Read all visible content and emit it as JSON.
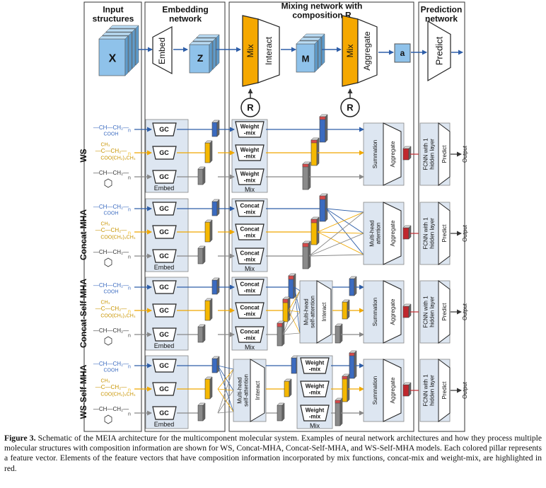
{
  "columns": {
    "input": "Input\nstructures",
    "embedding": "Embedding\nnetwork",
    "mixing": "Mixing network with\ncomposition R",
    "prediction": "Prediction\nnetwork"
  },
  "overview": {
    "x": "X",
    "embed": "Embed",
    "z": "Z",
    "mix": "Mix",
    "interact": "Interact",
    "m": "M",
    "aggregate": "Aggregate",
    "a": "a",
    "predict": "Predict",
    "r": "R"
  },
  "rows": [
    {
      "label": "WS",
      "mix_block": "Weight\n-mix",
      "pre": "",
      "post": "Summation"
    },
    {
      "label": "Concat-MHA",
      "mix_block": "Concat\n-mix",
      "pre": "",
      "post": "Multi-head\nattention"
    },
    {
      "label": "Concat-Self-MHA",
      "mix_block": "Concat\n-mix",
      "pre": "",
      "post": "Summation",
      "self_attention": "Multi-head\nself-attention"
    },
    {
      "label": "WS-Self-MHA",
      "mix_block": "Weight\n-mix",
      "pre": "Multi-head\nself-attention",
      "post": "Summation"
    }
  ],
  "block_labels": {
    "gc": "GC",
    "embed": "Embed",
    "mix": "Mix",
    "aggregate": "Aggregate",
    "interact": "Interact",
    "fcnn": "FCNN with 1\nhidden layer",
    "predict": "Predict",
    "output": "Output"
  },
  "molecules": {
    "m1_main": "—CH—CH₂—",
    "m1_sub": "COOH",
    "m2_top": "CH₃",
    "m2_main": "—C—CH₂—",
    "m2_sub": "COO(CH₂)₃CH₃",
    "m3_main": "—CH—CH₂—",
    "n": "n"
  },
  "colors": {
    "blue": "#3b6bc0",
    "yellow": "#f5b800",
    "gray": "#8a8a8a",
    "red": "#c0282e",
    "block": "#dde6f1",
    "gold": "#f5a800",
    "cube": "#8fc2ea"
  },
  "caption": {
    "label": "Figure 3.",
    "text": " Schematic of the MEIA architecture for the multicomponent molecular system. Examples of neural network architectures and how they process multiple molecular structures with composition information are shown for WS, Concat-MHA, Concat-Self-MHA, and WS-Self-MHA models. Each colored pillar represents a feature vector. Elements of the feature vectors that have composition information incorporated by mix functions, concat-mix and weight-mix, are highlighted in red."
  }
}
